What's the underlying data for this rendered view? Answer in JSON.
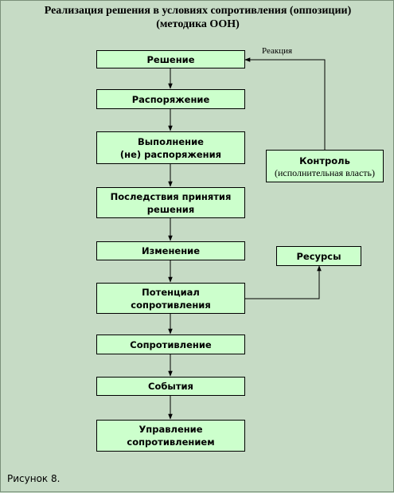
{
  "title": {
    "line1": "Реализация решения в условиях сопротивления (оппозиции)",
    "line2": "(методика ООН)"
  },
  "nodes": {
    "decision": "Решение",
    "order": "Распоряжение",
    "execution_line1": "Выполнение",
    "execution_line2": "(не) распоряжения",
    "consequences_line1": "Последствия принятия",
    "consequences_line2": "решения",
    "change": "Изменение",
    "potential_line1": "Потенциал",
    "potential_line2": "сопротивления",
    "resistance": "Сопротивление",
    "events": "События",
    "management_line1": "Управление",
    "management_line2": "сопротивлением",
    "control": "Контроль",
    "control_sub": "(исполнительная власть)",
    "resources": "Ресурсы"
  },
  "edges": {
    "reaction_label": "Реакция"
  },
  "caption": "Рисунок 8."
}
